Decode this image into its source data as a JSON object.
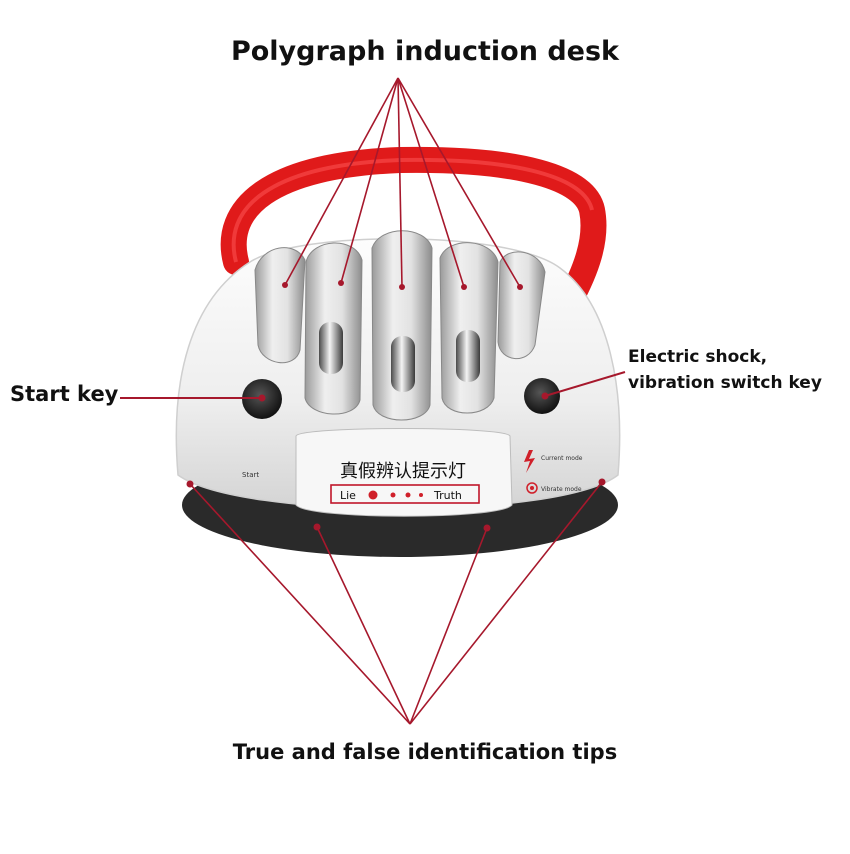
{
  "labels": {
    "title": "Polygraph induction desk",
    "start_key": "Start key",
    "shock_line1": "Electric shock,",
    "shock_line2": "vibration switch key",
    "tips": "True and false identification tips"
  },
  "device": {
    "panel_text": "真假辨认提示灯",
    "lie": "Lie",
    "truth": "Truth",
    "start_text": "Start",
    "current_mode": "Current mode",
    "vibrate_mode": "Vibrate mode"
  },
  "colors": {
    "accent_red": "#a6182c",
    "strap_red": "#e01a1a",
    "body_white": "#f2f2f2"
  }
}
